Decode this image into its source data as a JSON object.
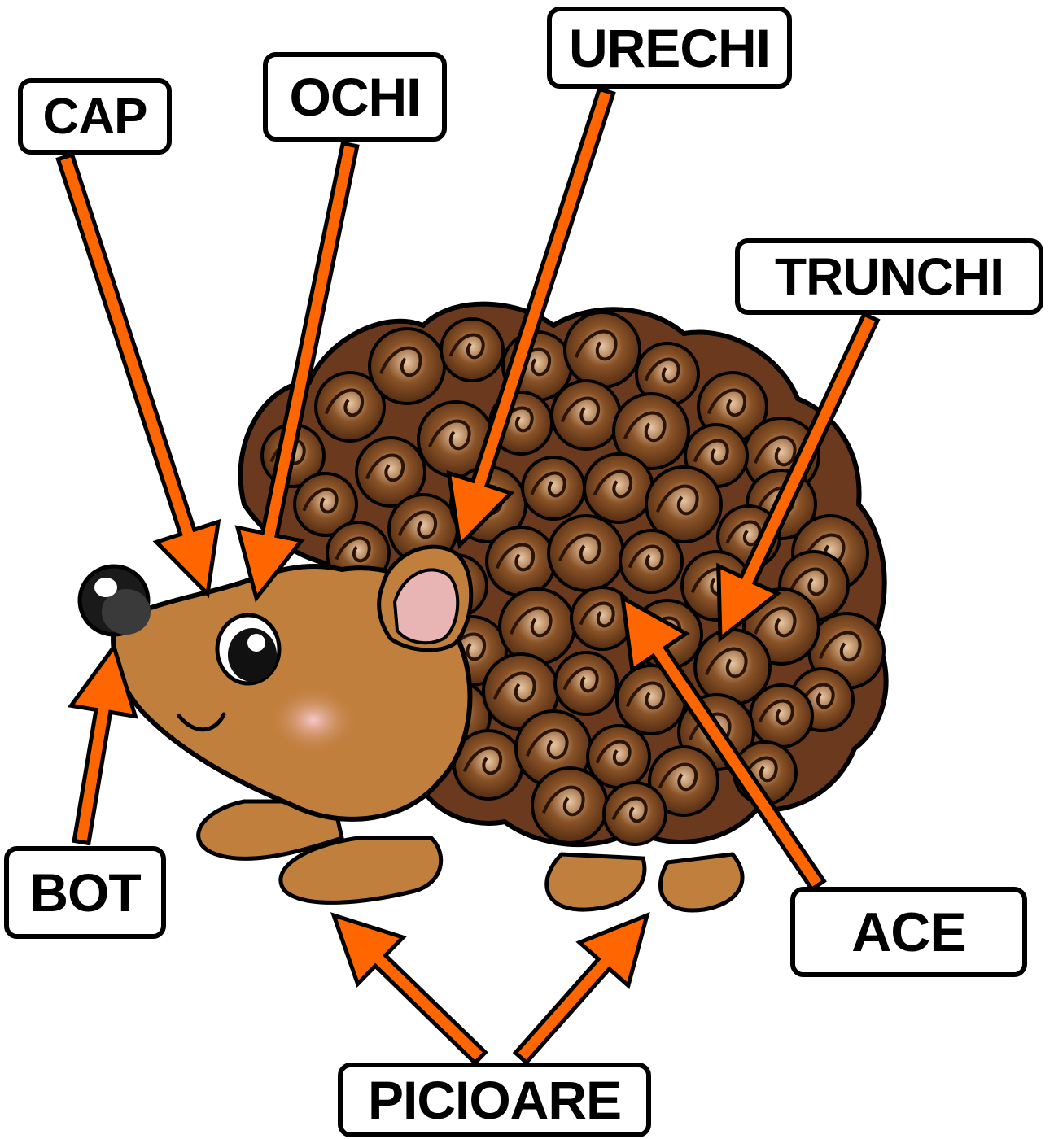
{
  "diagram": {
    "subject": "hedgehog-illustration",
    "arrow_color": "#ff6600",
    "body_color": "#c17f3e",
    "spine_color": "#6b3a1e",
    "labels": {
      "cap": "CAP",
      "ochi": "OCHI",
      "urechi": "URECHI",
      "trunchi": "TRUNCHI",
      "bot": "BOT",
      "ace": "ACE",
      "picioare": "PICIOARE"
    }
  }
}
